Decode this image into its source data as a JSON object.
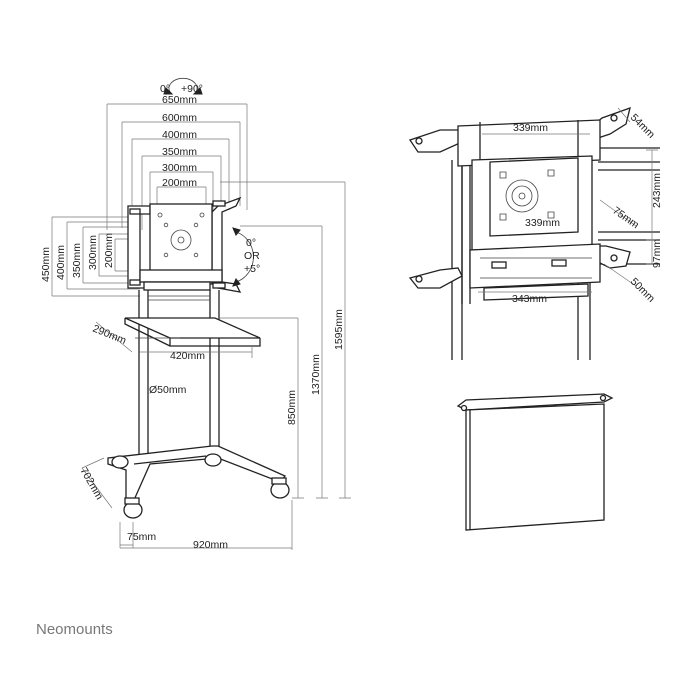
{
  "labels": {
    "rotate_0": "0°",
    "rotate_90": "+90°",
    "w650": "650mm",
    "w600": "600mm",
    "w400": "400mm",
    "w350": "350mm",
    "w300": "300mm",
    "w200": "200mm",
    "h450": "450mm",
    "h400": "400mm",
    "h350": "350mm",
    "h300": "300mm",
    "h200": "200mm",
    "tilt_0": "0°",
    "tilt_or": "OR",
    "tilt_5": "+5°",
    "shelf_depth": "290mm",
    "shelf_width": "420mm",
    "pole_dia": "Ø50mm",
    "h850": "850mm",
    "h1370": "1370mm",
    "h1595": "1595mm",
    "base_depth": "702mm",
    "wheel_offset": "75mm",
    "base_width": "920mm",
    "d339_top": "339mm",
    "d54": "54mm",
    "d243": "243mm",
    "d75": "75mm",
    "d339_mid": "339mm",
    "d97": "97mm",
    "d343": "343mm",
    "d50": "50mm",
    "brand": "Neomounts"
  }
}
